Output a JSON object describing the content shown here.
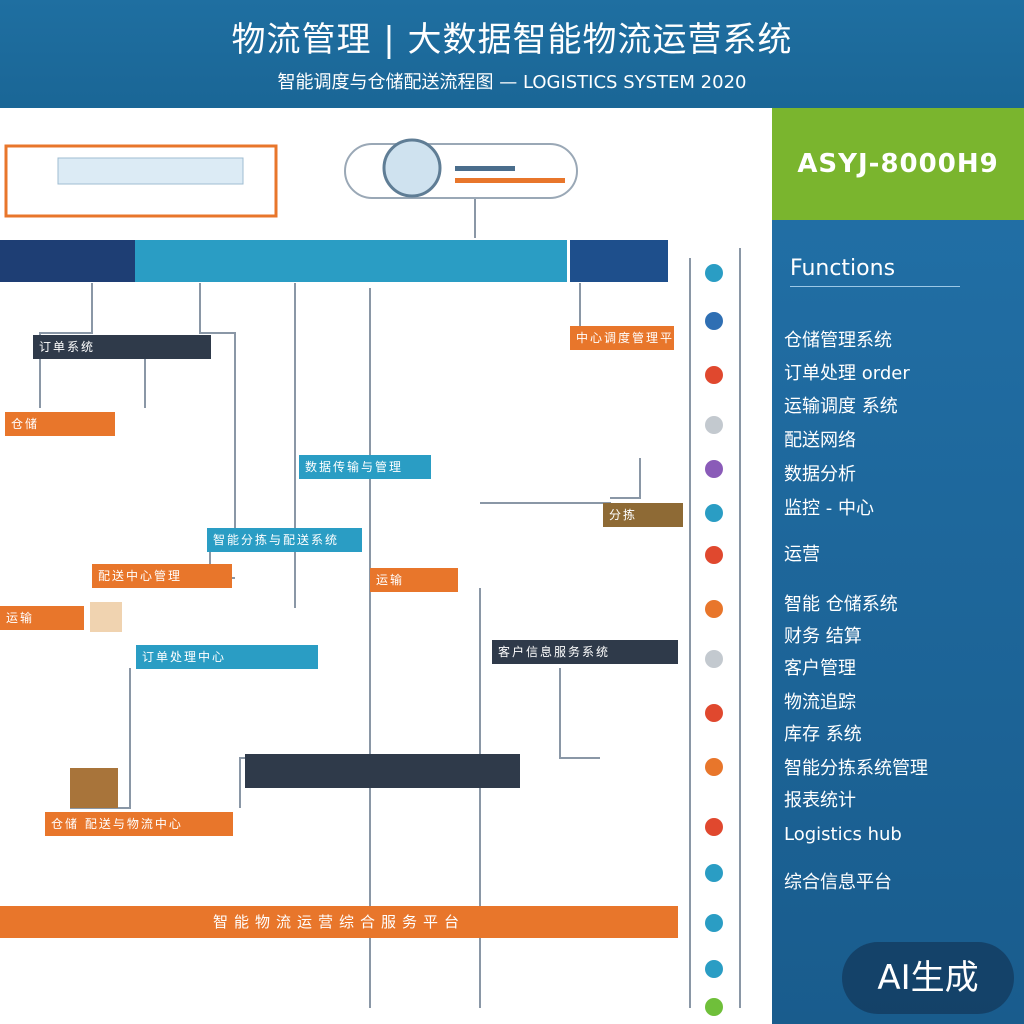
{
  "header": {
    "title": "物流管理 | 大数据智能物流运营系统",
    "subtitle": "智能调度与仓储配送流程图 — LOGISTICS SYSTEM 2020"
  },
  "sidebar": {
    "badge": "ASYJ-8000H9",
    "heading": "Functions",
    "items": [
      "仓储管理系统",
      "订单处理 order",
      "运输调度 系统",
      "配送网络",
      "数据分析",
      "监控 - 中心",
      "运营",
      "智能 仓储系统",
      "财务 结算",
      "客户管理",
      "物流追踪",
      "库存 系统",
      "智能分拣系统管理",
      "报表统计",
      "Logistics hub",
      "综合信息平台"
    ]
  },
  "diagram": {
    "boxes": [
      "订单系统",
      "中心调度管理平台",
      "仓储",
      "数据传输与管理",
      "分拣",
      "智能分拣与配送系统",
      "配送中心管理",
      "运输",
      "运输",
      "订单处理中心",
      "客户信息服务系统",
      "仓储 配送与物流中心",
      "智能物流运营综合服务平台"
    ]
  },
  "badge": "AI生成",
  "colors": {
    "header": "#1f6fa1",
    "sidebar": "#2271a8",
    "sidebar_badge": "#7ab52e",
    "orange": "#e8762b",
    "teal": "#2a9dc4",
    "dark": "#2f3a4a"
  }
}
